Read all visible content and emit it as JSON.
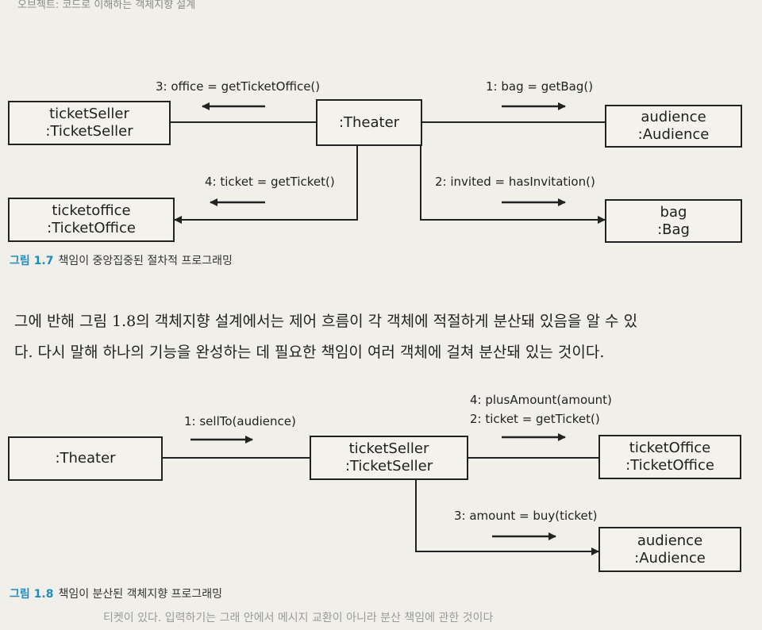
{
  "header": {
    "running_title": "오브젝트: 코드로 이해하는 객체지향 설계"
  },
  "figure_1_7": {
    "objects": {
      "theater": ":Theater",
      "ticket_seller": {
        "line1": "ticketSeller",
        "line2": ":TicketSeller"
      },
      "ticket_office": {
        "line1": "ticketoffice",
        "line2": ":TicketOffice"
      },
      "audience": {
        "line1": "audience",
        "line2": ":Audience"
      },
      "bag": {
        "line1": "bag",
        "line2": ":Bag"
      }
    },
    "messages": {
      "m1": "1: bag = getBag()",
      "m2": "2: invited = hasInvitation()",
      "m3": "3: office = getTicketOffice()",
      "m4": "4: ticket = getTicket()"
    },
    "caption": {
      "number": "그림 1.7",
      "text": "책임이 중앙집중된 절차적 프로그래밍"
    }
  },
  "body_text": {
    "line1": "그에 반해 그림 1.8의 객체지향 설계에서는 제어 흐름이 각 객체에 적절하게 분산돼 있음을 알 수 있",
    "line2": "다. 다시 말해 하나의 기능을 완성하는 데 필요한 책임이 여러 객체에 걸쳐 분산돼 있는 것이다."
  },
  "figure_1_8": {
    "objects": {
      "theater": ":Theater",
      "ticket_seller": {
        "line1": "ticketSeller",
        "line2": ":TicketSeller"
      },
      "ticket_office": {
        "line1": "ticketOffice",
        "line2": ":TicketOffice"
      },
      "audience": {
        "line1": "audience",
        "line2": ":Audience"
      }
    },
    "messages": {
      "m1": "1: sellTo(audience)",
      "m4": "4: plusAmount(amount)",
      "m2": "2: ticket = getTicket()",
      "m3": "3: amount = buy(ticket)"
    },
    "caption": {
      "number": "그림 1.8",
      "text": "책임이 분산된 객체지향 프로그래밍"
    }
  },
  "footer": {
    "partial_text": "티켓이 있다. 입력하기는 그래 안에서 메시지 교환이 아니라 분산 책임에 관한 것이다"
  }
}
